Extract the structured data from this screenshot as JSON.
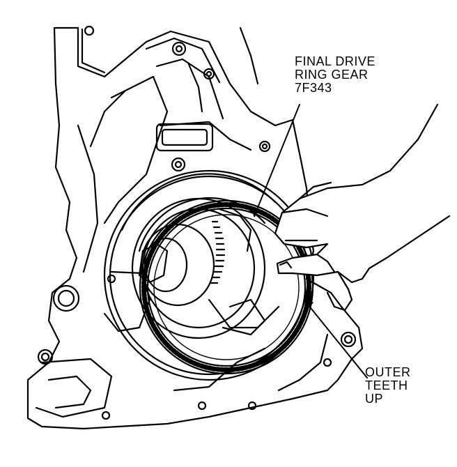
{
  "figure": {
    "labels": {
      "final_drive": [
        "FINAL DRIVE",
        "RING GEAR",
        "7F343"
      ],
      "outer_teeth": [
        "OUTER",
        "TEETH",
        "UP"
      ]
    }
  }
}
